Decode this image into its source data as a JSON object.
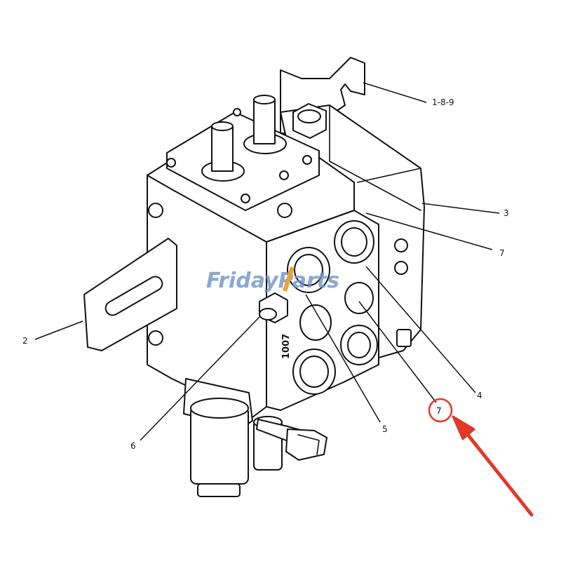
{
  "watermark": {
    "text": "FridayParts",
    "primary_color": "#6f93c8",
    "accent_color": "#e8a23a"
  },
  "callouts": {
    "c1": "1-8-9",
    "c2": "2",
    "c3": "3",
    "c4": "4",
    "c5": "5",
    "c6": "6",
    "c7a": "7",
    "c7b": "7"
  },
  "stamp": {
    "text": "1007"
  },
  "highlight": {
    "target": "7",
    "color": "#e0392b"
  }
}
